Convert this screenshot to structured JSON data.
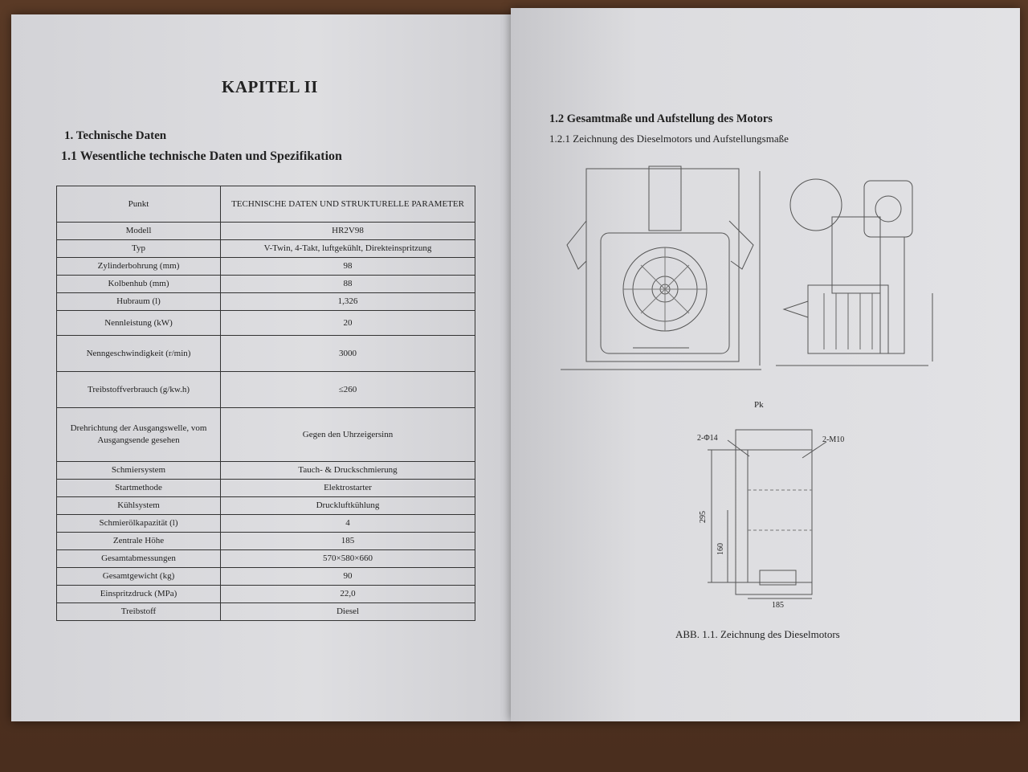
{
  "left_page": {
    "chapter": "KAPITEL II",
    "heading_1": "1. Technische Daten",
    "heading_2": "1.1 Wesentliche technische Daten und Spezifikation",
    "table": {
      "header": [
        "Punkt",
        "TECHNISCHE DATEN UND STRUKTURELLE PARAMETER"
      ],
      "rows": [
        [
          "Modell",
          "HR2V98"
        ],
        [
          "Typ",
          "V-Twin, 4-Takt, luftgekühlt, Direkteinspritzung"
        ],
        [
          "Zylinderbohrung (mm)",
          "98"
        ],
        [
          "Kolbenhub (mm)",
          "88"
        ],
        [
          "Hubraum (l)",
          "1,326"
        ],
        [
          "Nennleistung (kW)",
          "20"
        ],
        [
          "Nenngeschwindigkeit (r/min)",
          "3000"
        ],
        [
          "Treibstoffverbrauch (g/kw.h)",
          "≤260"
        ],
        [
          "Drehrichtung der Ausgangswelle, vom Ausgangsende gesehen",
          "Gegen den Uhrzeigersinn"
        ],
        [
          "Schmiersystem",
          "Tauch- & Druckschmierung"
        ],
        [
          "Startmethode",
          "Elektrostarter"
        ],
        [
          "Kühlsystem",
          "Druckluftkühlung"
        ],
        [
          "Schmierölkapazität (l)",
          "4"
        ],
        [
          "Zentrale Höhe",
          "185"
        ],
        [
          "Gesamtabmessungen",
          "570×580×660"
        ],
        [
          "Gesamtgewicht (kg)",
          "90"
        ],
        [
          "Einspritzdruck (MPa)",
          "22,0"
        ],
        [
          "Treibstoff",
          "Diesel"
        ]
      ]
    }
  },
  "right_page": {
    "heading": "1.2 Gesamtmaße und Aufstellung des Motors",
    "subheading": "1.2.1 Zeichnung des Dieselmotors und Aufstellungsmaße",
    "caption": "ABB. 1.1. Zeichnung des Dieselmotors",
    "drawing_labels": {
      "view_label": "Pk",
      "hole_left": "2-Φ14",
      "hole_right": "2-M10",
      "dim_height": "295",
      "dim_lower": "160",
      "dim_width": "185"
    }
  }
}
